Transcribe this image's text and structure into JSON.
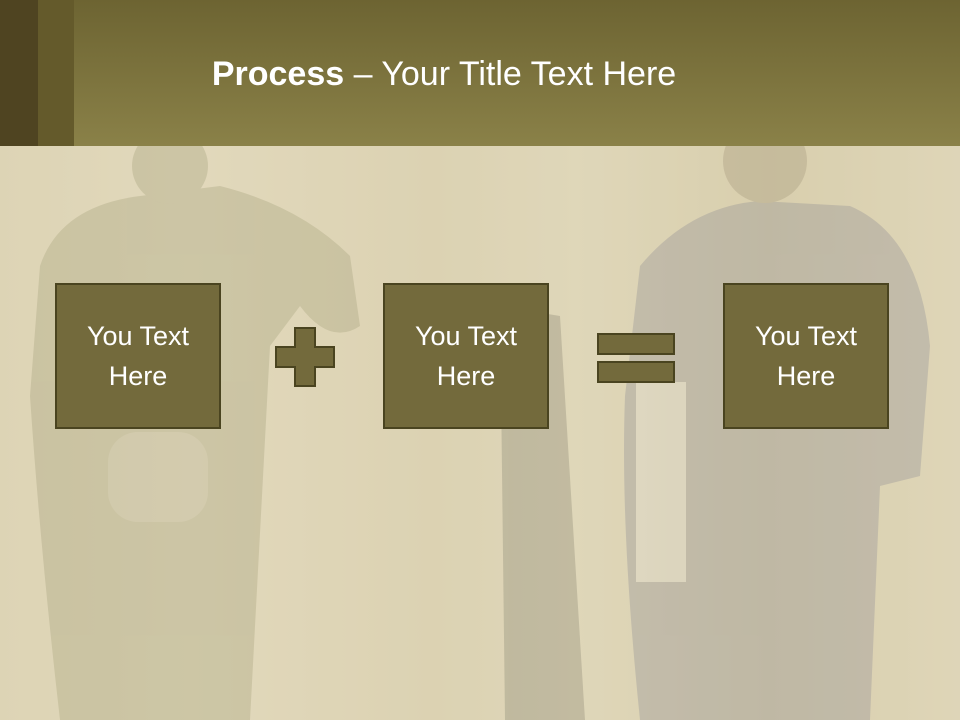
{
  "title": {
    "bold": "Process",
    "rest": " – Your Title Text Here"
  },
  "boxes": [
    {
      "text": "You Text Here"
    },
    {
      "text": "You Text Here"
    },
    {
      "text": "You Text Here"
    }
  ],
  "colors": {
    "header": "#8a8148",
    "box_fill": "#736a3c",
    "box_border": "#4a4420",
    "operator": "#736a3c"
  },
  "icons": [
    "plus-icon",
    "equals-icon"
  ]
}
